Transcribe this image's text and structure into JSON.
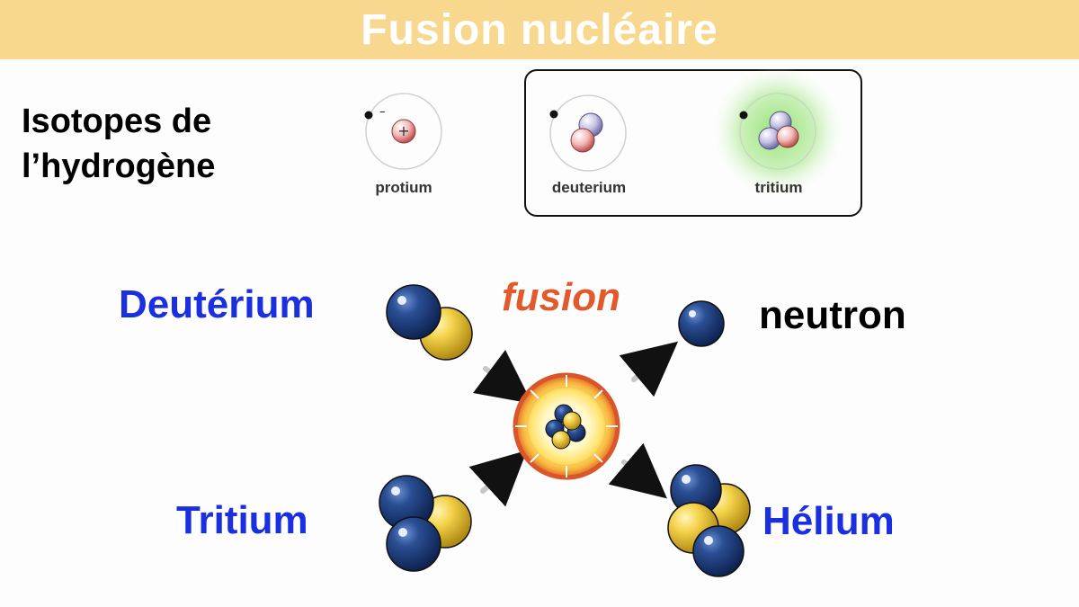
{
  "title": "Fusion nucléaire",
  "isotopes": {
    "heading_line1": "Isotopes de",
    "heading_line2": "l’hydrogène",
    "protium": "protium",
    "deuterium": "deuterium",
    "tritium": "tritium",
    "electron_sign": "–",
    "proton_sign": "+"
  },
  "reaction": {
    "deuterium": "Deutérium",
    "tritium": "Tritium",
    "fusion": "fusion",
    "neutron": "neutron",
    "helium": "Hélium"
  },
  "colors": {
    "title_bar": "#f8d88f",
    "title_text": "#ffffff",
    "reactant_label": "#1a2fe0",
    "product_label_helium": "#1a2fe0",
    "fusion_label": "#e25a2c",
    "neutron_ball": "#1f3f7a",
    "proton_ball": "#f2cf3c",
    "tritium_glow": "#9fe07a"
  }
}
